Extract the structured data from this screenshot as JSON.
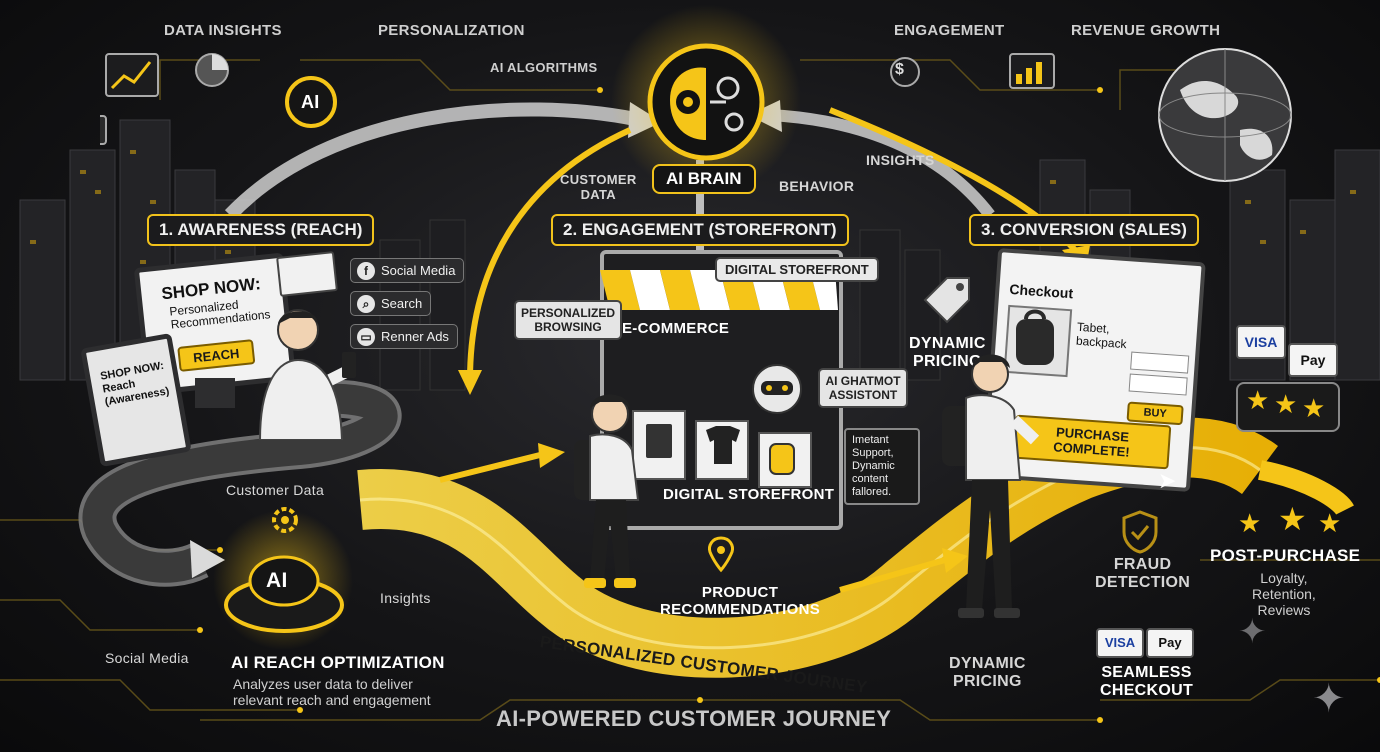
{
  "top_labels": {
    "data_insights": "DATA INSIGHTS",
    "personalization": "PERSONALIZATION",
    "ai_algorithms": "AI ALGORITHMS",
    "engagement": "ENGAGEMENT",
    "revenue_growth": "REVENUE GROWTH",
    "ai_badge": "AI"
  },
  "brain": {
    "label": "AI BRAIN",
    "customer_data": "CUSTOMER\nDATA",
    "behavior": "BEHAVIOR",
    "insights": "INSIGHTS"
  },
  "stages": {
    "awareness": "1. AWARENESS (REACH)",
    "engagement": "2. ENGAGEMENT (STOREFRONT)",
    "conversion": "3. CONVERSION (SALES)"
  },
  "awareness": {
    "monitor_title": "SHOP NOW:",
    "monitor_sub": "Personalized Recommendations",
    "reach_button": "REACH",
    "tablet_text": "SHOP NOW: Reach (Awareness)",
    "channels": [
      {
        "icon": "f",
        "label": "Social Media"
      },
      {
        "icon": "⌕",
        "label": "Search"
      },
      {
        "icon": "▭",
        "label": "Renner Ads"
      }
    ]
  },
  "engagement": {
    "storefront_header": "DIGITAL STOREFRONT",
    "ecommerce": "E-COMMERCE",
    "personalized_browsing": "PERSONALIZED BROWSING",
    "chatbot": "AI GHATMOT ASSISTONT",
    "support_note": "Imetant Support, Dynamic content fallored.",
    "storefront_footer": "DIGITAL STOREFRONT",
    "product_recs": "PRODUCT\nRECOMMENDATIONS"
  },
  "conversion": {
    "checkout_title": "Checkout",
    "product_name": "Tabet, backpack",
    "buy": "BUY",
    "purchase_complete": "PURCHASE COMPLETE!",
    "dynamic_pricing_top": "DYNAMIC\nPRICING",
    "dynamic_pricing_bottom": "DYNAMIC\nPRICING",
    "fraud_detection": "FRAUD\nDETECTION",
    "seamless_checkout": "SEAMLESS\nCHECKOUT",
    "visa": "VISA",
    "pay": "Pay"
  },
  "post_purchase": {
    "title": "POST-PURCHASE",
    "desc": "Loyalty,\nRetention,\nReviews"
  },
  "bottom": {
    "customer_data": "Customer Data",
    "insights": "Insights",
    "social_media": "Social Media",
    "ai_badge": "AI",
    "ai_reach_title": "AI REACH OPTIMIZATION",
    "ai_reach_desc": "Analyzes user data to deliver\nrelevant reach and engagement",
    "journey_banner": "PERSONALIZED CUSTOMER JOURNEY",
    "main_title": "AI-POWERED CUSTOMER JOURNEY"
  },
  "colors": {
    "accent": "#f5c518",
    "background": "#141416",
    "light": "#e8e8e8"
  }
}
